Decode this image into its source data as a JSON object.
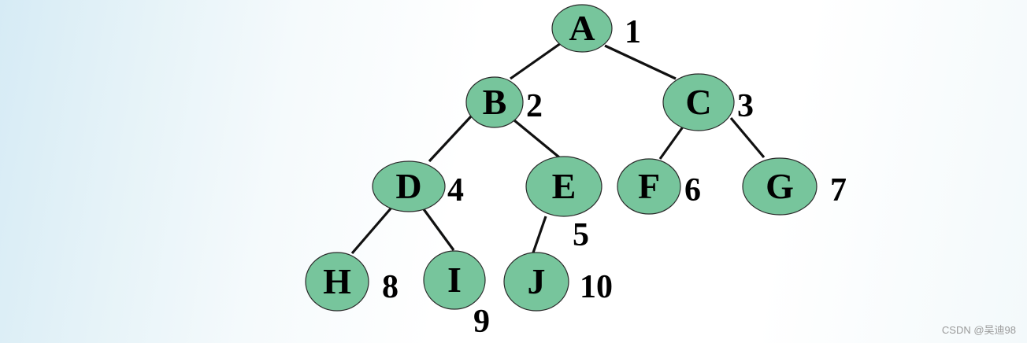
{
  "colors": {
    "node_fill": "#77c59c",
    "node_stroke": "#2a2a2a",
    "edge": "#111111",
    "text": "#000000"
  },
  "tree": {
    "nodes": [
      {
        "id": "A",
        "label": "A",
        "number": "1"
      },
      {
        "id": "B",
        "label": "B",
        "number": "2"
      },
      {
        "id": "C",
        "label": "C",
        "number": "3"
      },
      {
        "id": "D",
        "label": "D",
        "number": "4"
      },
      {
        "id": "E",
        "label": "E",
        "number": "5"
      },
      {
        "id": "F",
        "label": "F",
        "number": "6"
      },
      {
        "id": "G",
        "label": "G",
        "number": "7"
      },
      {
        "id": "H",
        "label": "H",
        "number": "8"
      },
      {
        "id": "I",
        "label": "I",
        "number": "9"
      },
      {
        "id": "J",
        "label": "J",
        "number": "10"
      }
    ],
    "edges": [
      {
        "from": "A",
        "to": "B"
      },
      {
        "from": "A",
        "to": "C"
      },
      {
        "from": "B",
        "to": "D"
      },
      {
        "from": "B",
        "to": "E"
      },
      {
        "from": "C",
        "to": "F"
      },
      {
        "from": "C",
        "to": "G"
      },
      {
        "from": "D",
        "to": "H"
      },
      {
        "from": "D",
        "to": "I"
      },
      {
        "from": "E",
        "to": "J"
      }
    ]
  },
  "watermark": "CSDN @吴迪98"
}
